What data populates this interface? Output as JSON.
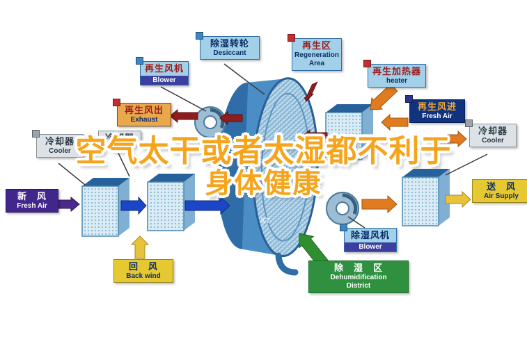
{
  "overlay": {
    "line1": "空气太干或者太湿都不利于",
    "line2": "身体健康"
  },
  "labels": {
    "desiccant": {
      "zh": "除湿转轮",
      "en": "Desiccant"
    },
    "regeneration_area": {
      "zh": "再生区",
      "en": "Regeneration Area"
    },
    "regen_blower": {
      "zh": "再生风机",
      "en": "Blower"
    },
    "regen_heater": {
      "zh": "再生加热器",
      "en": "heater"
    },
    "exhaust": {
      "zh": "再生风出",
      "en": "Exhaust"
    },
    "regen_fresh_air": {
      "zh": "再生风进",
      "en": "Fresh Air"
    },
    "cooler_left": {
      "zh": "冷却器",
      "en": "Cooler"
    },
    "cooler_mid": {
      "zh": "冷却器"
    },
    "cooler_right": {
      "zh": "冷却器",
      "en": "Cooler"
    },
    "fresh_air": {
      "zh": "新　风",
      "en": "Fresh Air"
    },
    "back_wind": {
      "zh": "回　风",
      "en": "Back wind"
    },
    "dehumid_blower": {
      "zh": "除湿风机",
      "en": "Blower"
    },
    "dehumid_district": {
      "zh": "除　湿　区",
      "en_line1": "Dehumidification",
      "en_line2": "District"
    },
    "air_supply": {
      "zh": "送　风",
      "en": "Air Supply"
    }
  },
  "watermark": "XT",
  "palette": {
    "overlay_text": "#f7a41d",
    "overlay_outline": "#ffffff",
    "label_blue_bg": "#a2d0e8",
    "label_orange_bg": "#e8a94d",
    "label_navy_bg": "#10337f",
    "label_purple_bg": "#41268c",
    "label_yellow_bg": "#e6c832",
    "label_green_bg": "#2f9140",
    "label_gray_bg": "#dde2e6",
    "arrow_darkred": "#8f1d1d",
    "arrow_orange": "#e07b1f",
    "arrow_blue": "#1b46c8",
    "arrow_purple": "#4b2a8a",
    "arrow_yellow": "#e8c23a",
    "arrow_green": "#2f8f2f",
    "wheel_blue": "#4b8ec6"
  }
}
